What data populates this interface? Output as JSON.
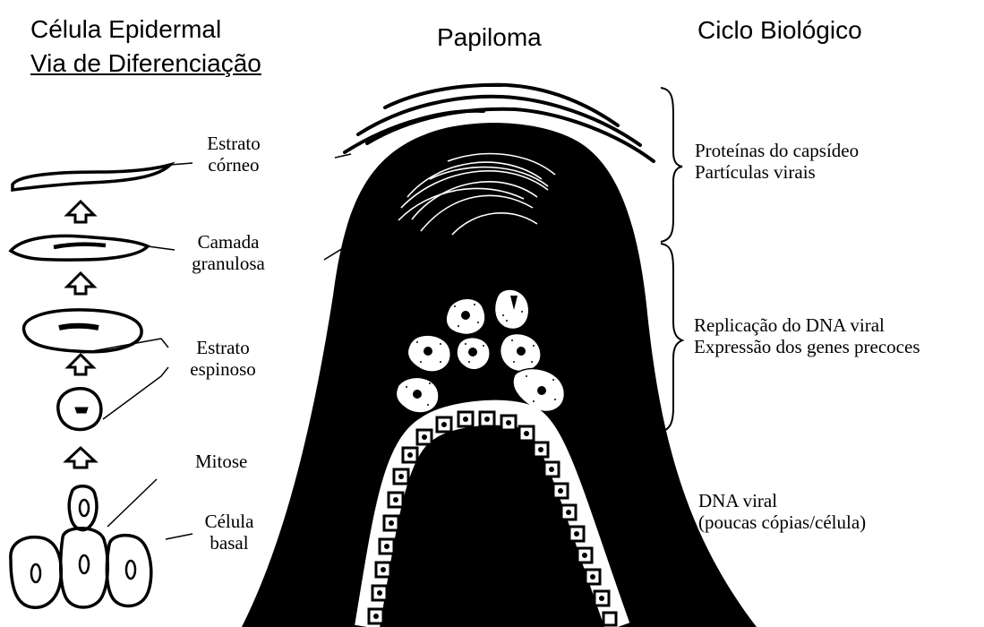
{
  "headers": {
    "left_title": "Célula Epidermal",
    "left_subtitle": "Via de Diferenciação",
    "center_title": "Papiloma",
    "right_title": "Ciclo Biológico"
  },
  "layer_labels": {
    "corneo": [
      "Estrato",
      "córneo"
    ],
    "granulosa": [
      "Camada",
      "granulosa"
    ],
    "espinoso": [
      "Estrato",
      "espinoso"
    ],
    "mitose": "Mitose",
    "basal": [
      "Célula",
      "basal"
    ]
  },
  "cycle_labels": {
    "top": [
      "Proteínas do capsídeo",
      "Partículas virais"
    ],
    "middle": [
      "Replicação do DNA viral",
      "Expressão dos genes precoces"
    ],
    "bottom": [
      "DNA viral",
      "(poucas cópias/célula)"
    ]
  },
  "colors": {
    "ink": "#000000",
    "paper": "#ffffff"
  }
}
